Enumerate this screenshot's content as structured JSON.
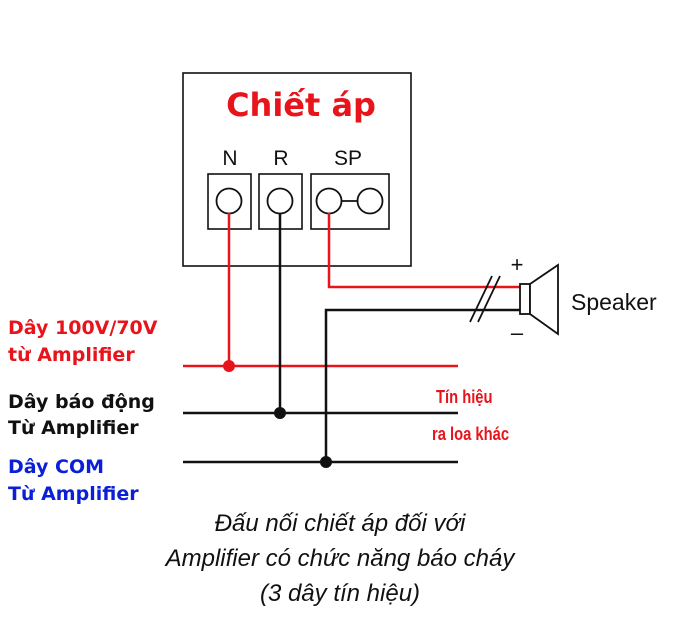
{
  "box": {
    "title": "Chiết áp",
    "terminals": {
      "n": "N",
      "r": "R",
      "sp": "SP"
    }
  },
  "speaker": {
    "label": "Speaker",
    "plus": "+",
    "minus": "–"
  },
  "wires": {
    "red": {
      "line1": "Dây 100V/70V",
      "line2": "từ Amplifier"
    },
    "black": {
      "line1": "Dây báo động",
      "line2": "Từ Amplifier"
    },
    "blue": {
      "line1": "Dây COM",
      "line2": "Từ Amplifier"
    }
  },
  "signal": {
    "line1": "Tín hiệu",
    "line2": "ra loa khác"
  },
  "caption": {
    "line1": "Đấu nối chiết áp đối với",
    "line2": "Amplifier có chức năng báo cháy",
    "line3": "(3 dây tín hiệu)"
  },
  "colors": {
    "red": "#e8141c",
    "black": "#111111",
    "blue": "#0a1fd6"
  }
}
